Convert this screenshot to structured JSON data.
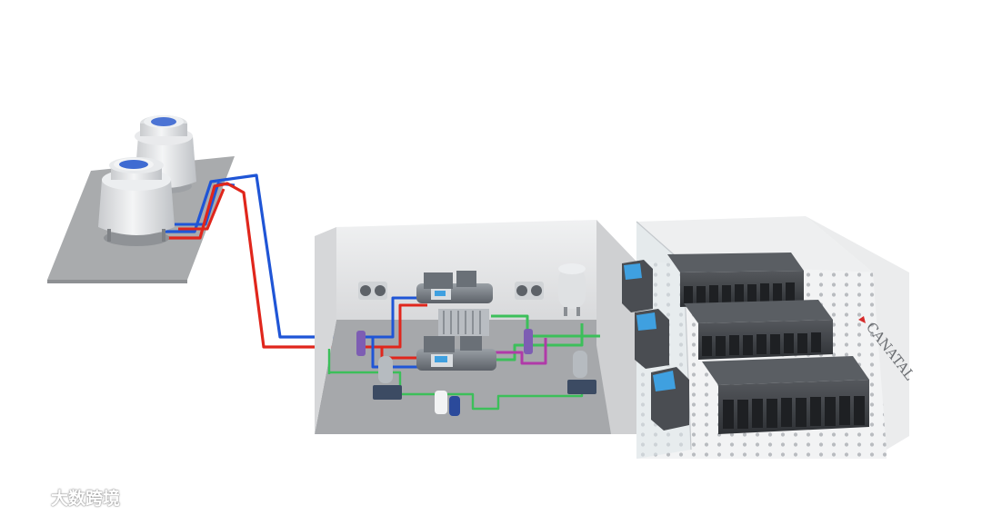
{
  "diagram": {
    "brand_text": "CANATAL",
    "watermark_text": "大数跨境"
  },
  "colors": {
    "background": "#ffffff",
    "floor": "#a9abad",
    "wall": "#e6e7e8",
    "supply_pipe": "#e0261c",
    "return_pipe": "#1f55d6",
    "condensate_pipe": "#3cbf5a",
    "aux_pipe": "#b03aa8",
    "rack": "#3c3f44",
    "crac_screen": "#3fa0e0"
  },
  "components": {
    "cooling_towers": 2,
    "chillers": 2,
    "crac_units": 3,
    "rack_rows": 3
  }
}
